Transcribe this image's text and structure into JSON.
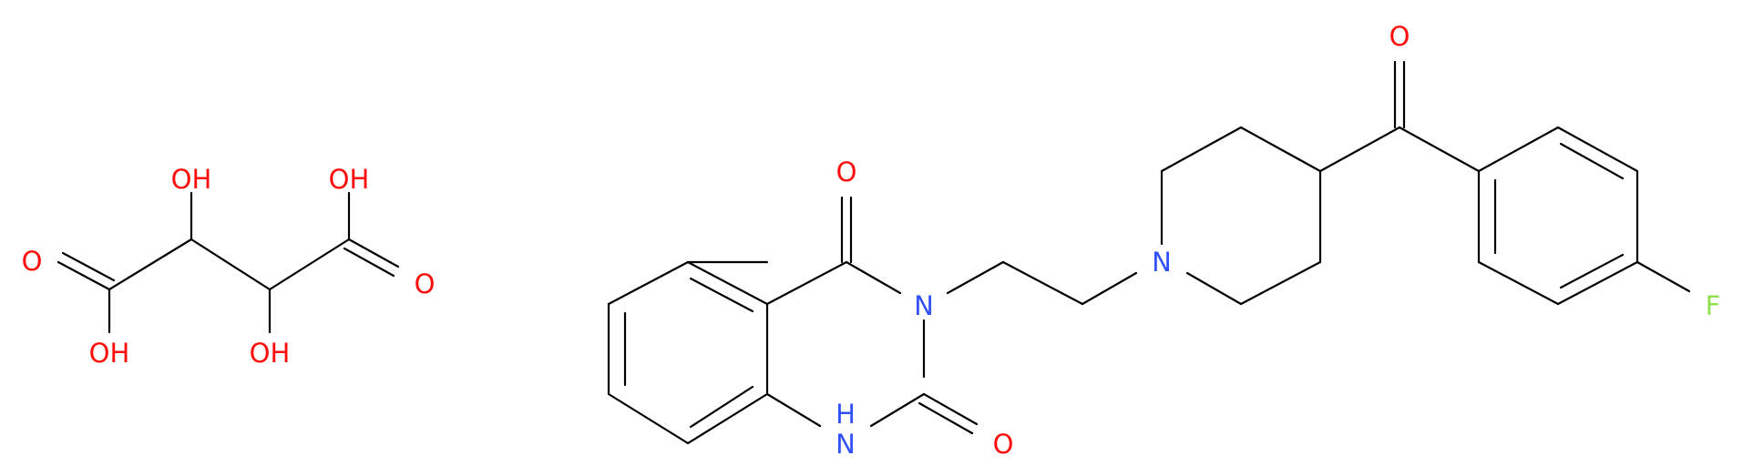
{
  "colors": {
    "background": "#ffffff",
    "bond": "#000000",
    "oxygen": "#ff0d0d",
    "nitrogen": "#3050f8",
    "fluorine": "#90e050"
  },
  "tartaric_acid": {
    "labels": {
      "oh_left_top": "OH",
      "oh_right_top": "OH",
      "o_left_carbonyl": "O",
      "o_right_carbonyl": "O",
      "oh_left_bottom": "OH",
      "oh_right_bottom": "OH"
    }
  },
  "ketanserin": {
    "labels": {
      "o_c4": "O",
      "n3": "N",
      "nh_h": "H",
      "nh_n": "N",
      "o_c2": "O",
      "n_piperidine": "N",
      "o_ketone": "O",
      "f": "F"
    }
  }
}
